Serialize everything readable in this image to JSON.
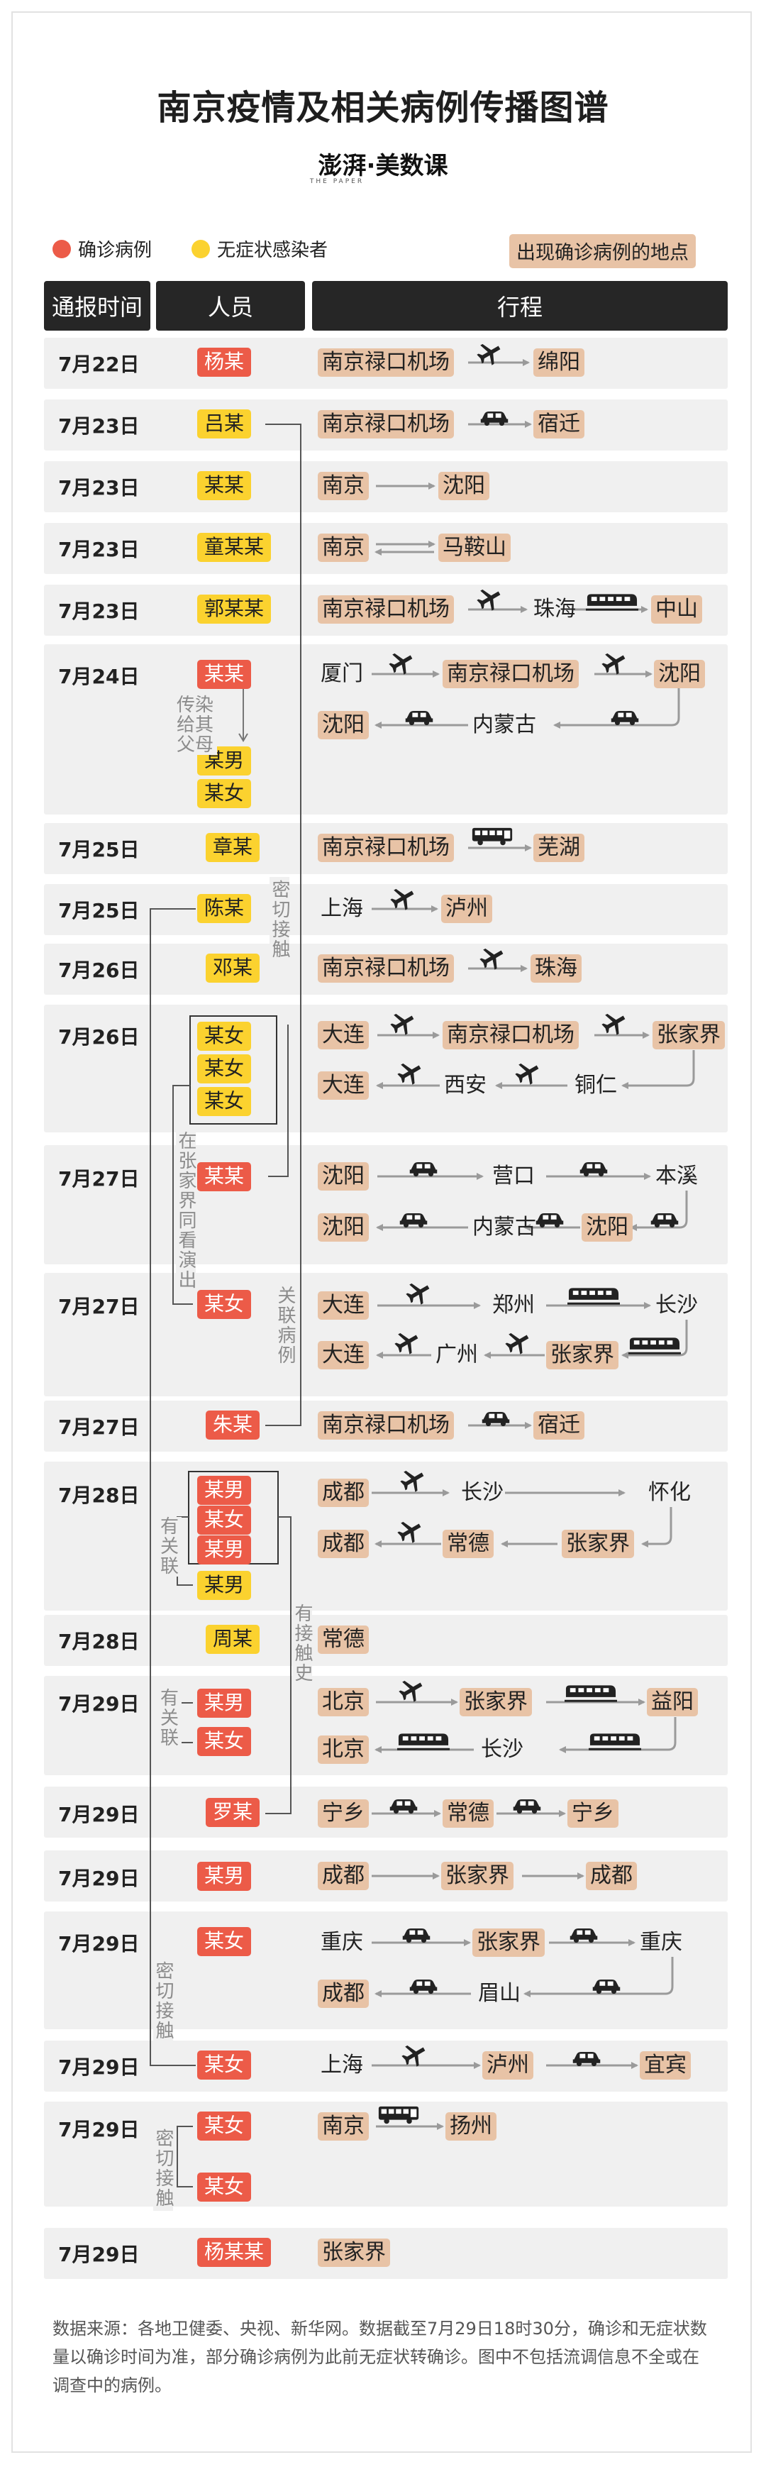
{
  "title": "南京疫情及相关病例传播图谱",
  "brand": {
    "name": "澎湃·美数课",
    "sub": "THE PAPER"
  },
  "legend": {
    "confirmed": "确诊病例",
    "asymptomatic": "无症状感染者",
    "location": "出现确诊病例的地点"
  },
  "headers": {
    "date": "通报时间",
    "person": "人员",
    "route": "行程"
  },
  "colors": {
    "confirmed": "#ec5b48",
    "asymptomatic": "#fbd22f",
    "location": "#e8c3a6",
    "header": "#262626",
    "row": "#f0f0f0"
  },
  "relation_notes": {
    "tell_parents": "传染给其父母",
    "close_contact": "密切接触",
    "zhangjiajie_show": "在张家界同看演出",
    "related_case": "关联病例",
    "related": "有关联",
    "contact_history": "有接触史"
  },
  "rows": [
    {
      "date": "7月22日",
      "persons": [
        "杨某"
      ],
      "route": "南京禄口机场 → 绵阳"
    },
    {
      "date": "7月23日",
      "persons": [
        "吕某"
      ],
      "route": "南京禄口机场 → 宿迁"
    },
    {
      "date": "7月23日",
      "persons": [
        "某某"
      ],
      "route": "南京 → 沈阳"
    },
    {
      "date": "7月23日",
      "persons": [
        "童某某"
      ],
      "route": "南京 ⇄ 马鞍山"
    },
    {
      "date": "7月23日",
      "persons": [
        "郭某某"
      ],
      "route": "南京禄口机场 → 珠海 → 中山"
    },
    {
      "date": "7月24日",
      "persons": [
        "某某",
        "某男",
        "某女"
      ],
      "route": "厦门 → 南京禄口机场 → 沈阳 → 内蒙古 → 沈阳"
    },
    {
      "date": "7月25日",
      "persons": [
        "章某"
      ],
      "route": "南京禄口机场 → 芜湖"
    },
    {
      "date": "7月25日",
      "persons": [
        "陈某"
      ],
      "route": "上海 → 泸州"
    },
    {
      "date": "7月26日",
      "persons": [
        "邓某"
      ],
      "route": "南京禄口机场 → 珠海"
    },
    {
      "date": "7月26日",
      "persons": [
        "某女",
        "某女",
        "某女"
      ],
      "route": "大连 → 南京禄口机场 → 张家界 → 铜仁 → 西安 → 大连"
    },
    {
      "date": "7月27日",
      "persons": [
        "某某"
      ],
      "route": "沈阳 → 营口 → 本溪 → 沈阳 → 内蒙古 → 沈阳"
    },
    {
      "date": "7月27日",
      "persons": [
        "某女"
      ],
      "route": "大连 → 郑州 → 长沙 → 张家界 → 广州 → 大连"
    },
    {
      "date": "7月27日",
      "persons": [
        "朱某"
      ],
      "route": "南京禄口机场 → 宿迁"
    },
    {
      "date": "7月28日",
      "persons": [
        "某男",
        "某女",
        "某男",
        "某男"
      ],
      "route": "成都 → 长沙 → 怀化 → 张家界 → 常德 → 成都"
    },
    {
      "date": "7月28日",
      "persons": [
        "周某"
      ],
      "route": "常德"
    },
    {
      "date": "7月29日",
      "persons": [
        "某男",
        "某女"
      ],
      "route": "北京 → 张家界 → 益阳 → 长沙 → 北京"
    },
    {
      "date": "7月29日",
      "persons": [
        "罗某"
      ],
      "route": "宁乡 → 常德 → 宁乡"
    },
    {
      "date": "7月29日",
      "persons": [
        "某男"
      ],
      "route": "成都 → 张家界 → 成都"
    },
    {
      "date": "7月29日",
      "persons": [
        "某女"
      ],
      "route": "重庆 → 张家界 → 重庆 → 眉山 → 成都"
    },
    {
      "date": "7月29日",
      "persons": [
        "某女"
      ],
      "route": "上海 → 泸州 → 宜宾"
    },
    {
      "date": "7月29日",
      "persons": [
        "某女",
        "某女"
      ],
      "route": "南京 → 扬州"
    },
    {
      "date": "7月29日",
      "persons": [
        "杨某某"
      ],
      "route": "张家界"
    }
  ],
  "footer": "数据来源：各地卫健委、央视、新华网。数据截至7月29日18时30分，确诊和无症状数量以确诊时间为准，部分确诊病例为此前无症状转确诊。图中不包括流调信息不全或在调查中的病例。"
}
